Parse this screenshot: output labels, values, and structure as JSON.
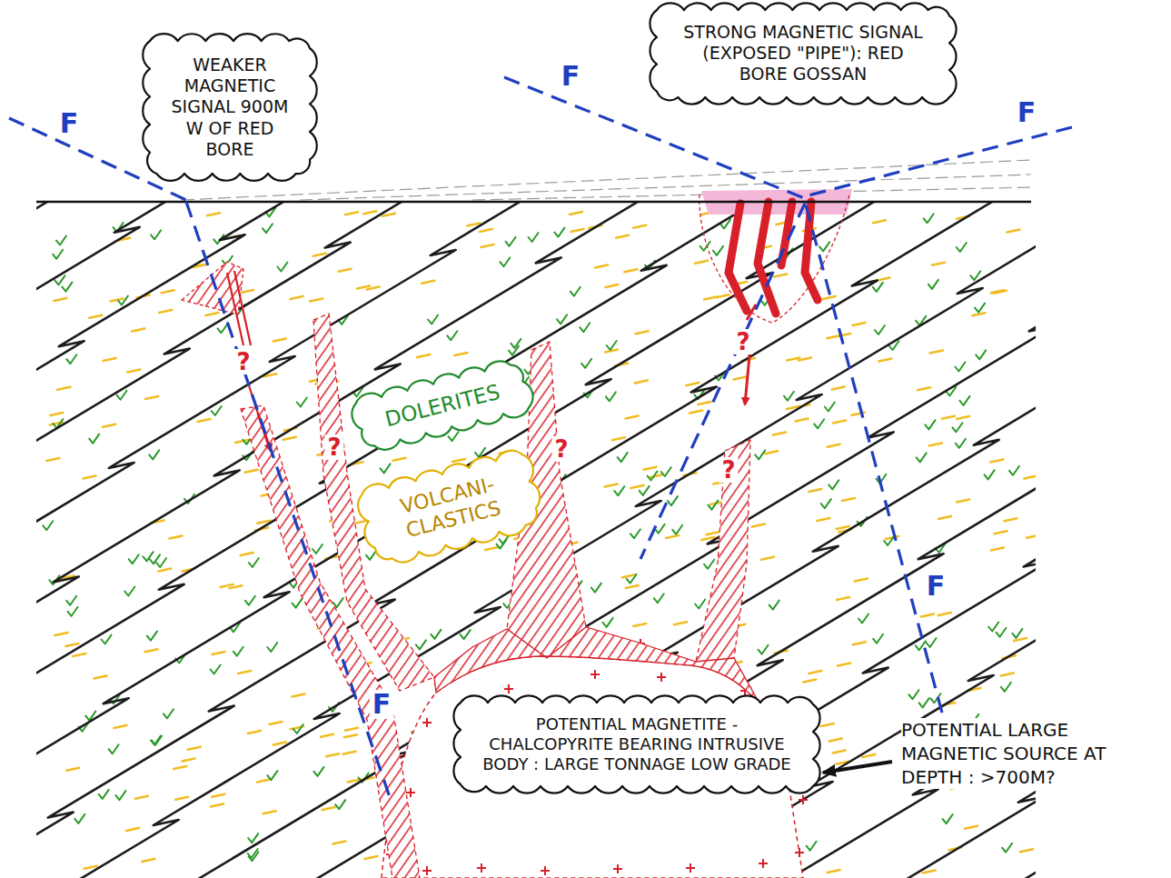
{
  "diagram": {
    "nodes": [
      {
        "text": [
          "WEAKER MAGNETIC SIGNAL 900M W OF RED BORE"
        ]
      },
      {
        "text": [
          "STRONG MAGNETIC SIGNAL (EXPOSED \"PIPE\"): RED BORE GOSSAN"
        ]
      },
      {
        "text": [
          "DOLERITES"
        ]
      },
      {
        "text": [
          "VOLCANI- CLASTICS"
        ]
      },
      {
        "text": [
          "POTENTIAL MAGNETITE -CHALCOPYRITE BEARING INTRUSIVE BODY : LARGE TONNAGE LOW GRADE"
        ]
      }
    ],
    "labels": [
      "F",
      "F",
      "F",
      "?",
      "?",
      "?",
      "?",
      "?",
      "F",
      "F",
      "POTENTIAL LARGE MAGNETIC SOURCE AT DEPTH : >700M?"
    ]
  }
}
